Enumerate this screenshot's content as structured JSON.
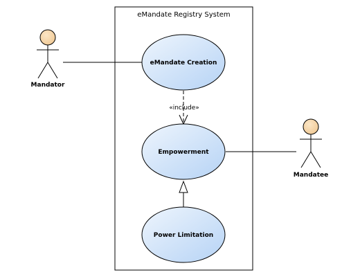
{
  "system": {
    "title": "eMandate Registry System"
  },
  "use_cases": {
    "creation": "eMandate Creation",
    "empowerment": "Empowerment",
    "limitation": "Power Limitation"
  },
  "actors": {
    "mandator": "Mandator",
    "mandatee": "Mandatee"
  },
  "relationships": {
    "include_label": "«include»"
  },
  "colors": {
    "use_case_fill_light": "#e8f1fc",
    "use_case_fill_dark": "#b8d4f5",
    "actor_head_fill": "#f7d9b0",
    "line": "#000000"
  }
}
